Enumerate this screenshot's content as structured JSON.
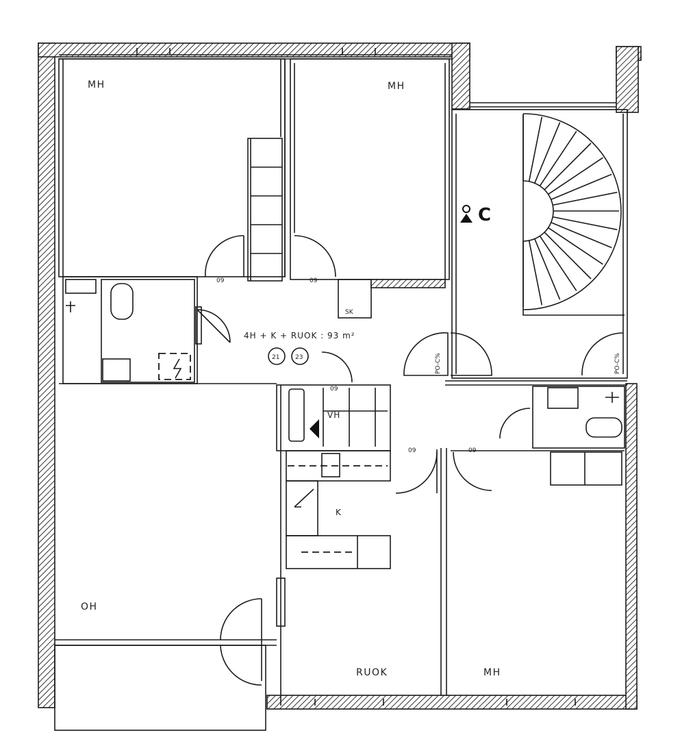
{
  "plan": {
    "summary": "4H + K + RUOK : 93 m²",
    "unit_numbers": [
      "21",
      "23"
    ],
    "staircase_label": "C",
    "rooms": {
      "mh_top_left": "MH",
      "mh_top_right": "MH",
      "oh": "OH",
      "vh": "VH",
      "k": "K",
      "ruok": "RUOK",
      "mh_bottom_right": "MH"
    },
    "fixtures": {
      "sk": "SK"
    },
    "door_tags": {
      "d1": "09",
      "d2": "09",
      "d3": "09",
      "d4": "09",
      "d5": "09",
      "d6": "PO-C%",
      "d7": "PO-C%"
    }
  }
}
